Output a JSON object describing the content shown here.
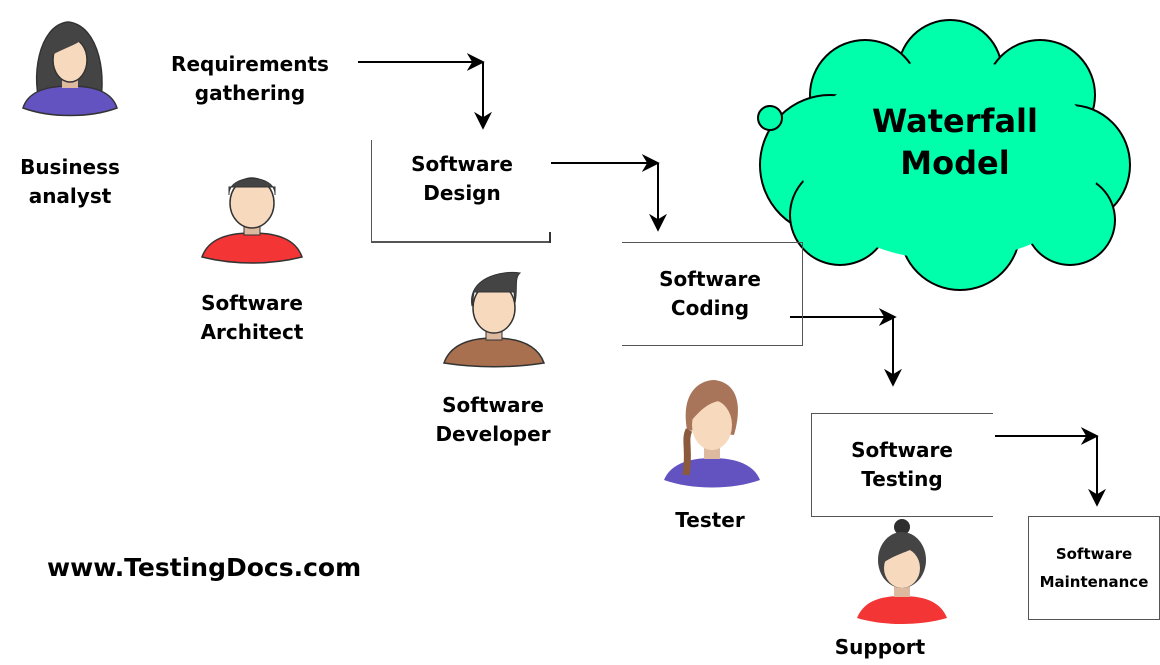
{
  "title": {
    "line1": "Waterfall",
    "line2": "Model"
  },
  "phases": {
    "requirements": {
      "line1": "Requirements",
      "line2": "gathering"
    },
    "design": {
      "line1": "Software",
      "line2": "Design"
    },
    "coding": {
      "line1": "Software",
      "line2": "Coding"
    },
    "testing": {
      "line1": "Software",
      "line2": "Testing"
    },
    "maintenance": {
      "line1": "Software",
      "line2": "Maintenance"
    }
  },
  "roles": {
    "business_analyst": {
      "line1": "Business",
      "line2": "analyst"
    },
    "architect": {
      "line1": "Software",
      "line2": "Architect"
    },
    "developer": {
      "line1": "Software",
      "line2": "Developer"
    },
    "tester": {
      "line1": "Tester"
    },
    "support": {
      "line1": "Support"
    }
  },
  "website": "www.TestingDocs.com",
  "colors": {
    "cloud": "#00FFAA",
    "purple": "#6353C0",
    "red": "#F33535",
    "brown": "#A8704F",
    "hair_dark": "#444444",
    "hair_brown": "#A9755A",
    "skin": "#F7D9BE"
  }
}
